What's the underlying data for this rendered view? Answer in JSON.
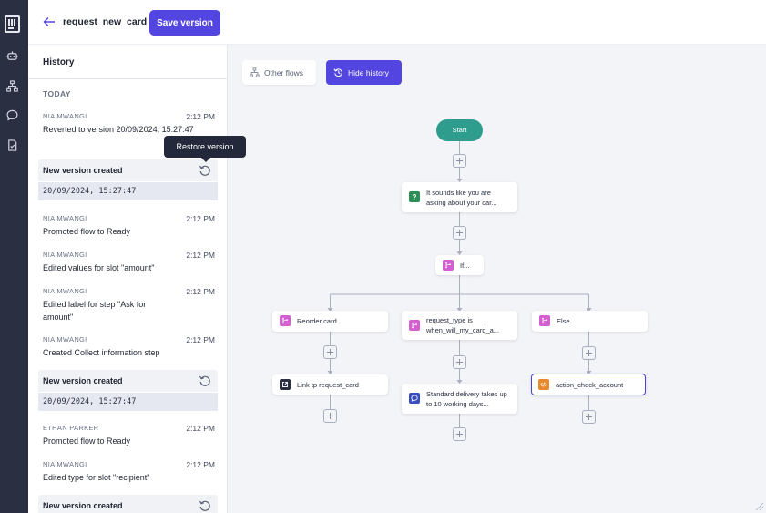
{
  "header": {
    "flow_name": "request_new_card",
    "save_label": "Save version"
  },
  "history": {
    "title": "History",
    "section": "TODAY",
    "entries": [
      {
        "author": "NIA MWANGI",
        "time": "2:12 PM",
        "desc": "Reverted to version 20/09/2024, 15:27:47"
      },
      {
        "author": "NIA MWANGI",
        "time": "2:12 PM",
        "desc": "Promoted flow to Ready"
      },
      {
        "author": "NIA MWANGI",
        "time": "2:12 PM",
        "desc": "Edited values for slot \"amount\""
      },
      {
        "author": "NIA MWANGI",
        "time": "2:12 PM",
        "desc": "Edited label for step \"Ask for amount\""
      },
      {
        "author": "NIA MWANGI",
        "time": "2:12 PM",
        "desc": "Created Collect information step"
      },
      {
        "author": "ETHAN PARKER",
        "time": "2:12 PM",
        "desc": "Promoted flow to Ready"
      },
      {
        "author": "NIA MWANGI",
        "time": "2:12 PM",
        "desc": "Edited type for slot \"recipient\""
      }
    ],
    "versions": [
      {
        "label": "New version created",
        "date": "20/09/2024, 15:27:47"
      },
      {
        "label": "New version created",
        "date": "20/09/2024, 15:27:47"
      },
      {
        "label": "New version created",
        "date": ""
      }
    ],
    "tooltip": "Restore version"
  },
  "canvas": {
    "other_flows": "Other flows",
    "hide_history": "Hide history",
    "start": "Start",
    "nodes": {
      "message": "It sounds like you are asking about your car...",
      "if": "If...",
      "reorder": "Reorder card",
      "request_type": "request_type is when_will_my_card_a...",
      "else": "Else",
      "link": "Link tp request_card",
      "standard": "Standard delivery takes up to 10 working days...",
      "action": "action_check_account"
    }
  },
  "colors": {
    "accent": "#5346e0",
    "start": "#2e9d8e",
    "message_icon": "#2e8f56",
    "branch_icon": "#d35fd0",
    "link_icon": "#2a2f42",
    "chat_icon": "#3a4fbf",
    "action_icon": "#e8892b"
  }
}
